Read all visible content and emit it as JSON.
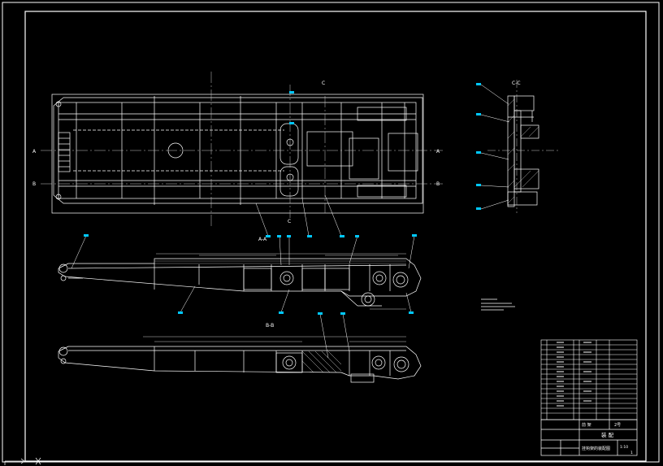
{
  "sheet": {
    "background": "#000000",
    "line_color": "#ffffff",
    "center_line_color": "#c8c8c8",
    "balloon_color": "#00c8ff"
  },
  "views": {
    "plan": {
      "section_a_left": "A",
      "section_a_right": "A",
      "section_b_left": "B",
      "section_b_right": "B",
      "section_c_top": "C",
      "section_c_bottom": "C"
    },
    "section_aa": {
      "title": "A-A"
    },
    "section_bb": {
      "title": "B-B"
    },
    "section_cc": {
      "title": "C-C"
    }
  },
  "title_block": {
    "name_left": "前  架",
    "name_right": "2号",
    "drawing_title": "装 配",
    "sheet_name": "挂钩架的装配图",
    "scale": "1:10",
    "sheet_no": "1"
  }
}
